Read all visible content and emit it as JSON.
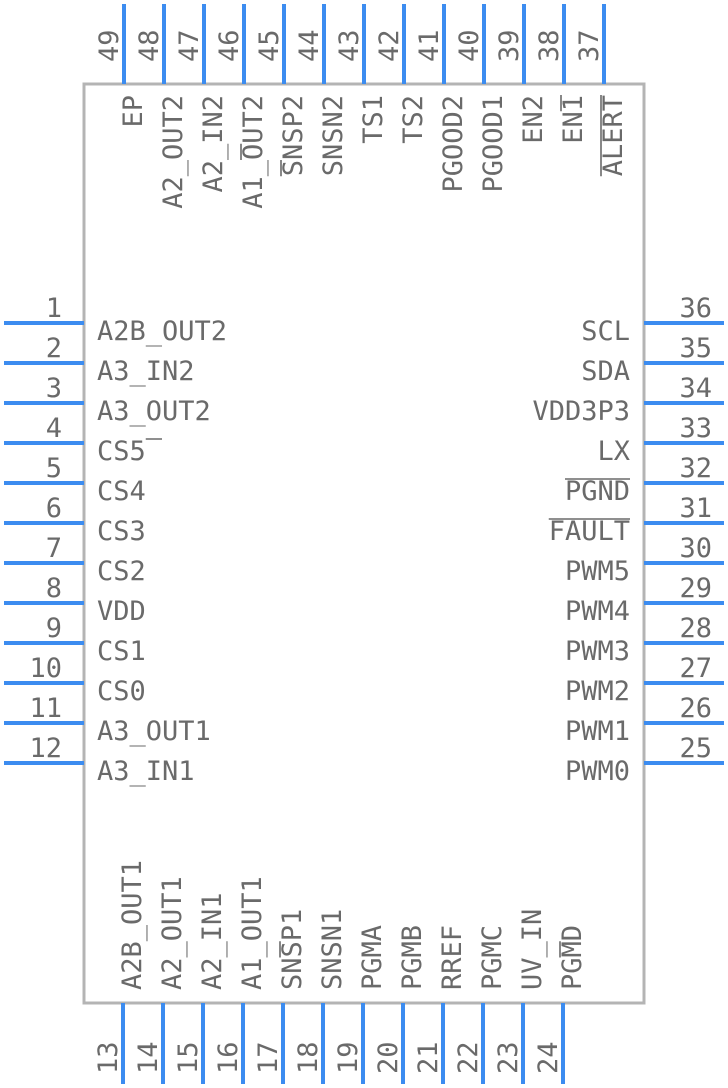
{
  "package": {
    "left_pins": [
      {
        "number": "1",
        "label": "A2B_OUT2"
      },
      {
        "number": "2",
        "label": "A3_IN2"
      },
      {
        "number": "3",
        "label": "A3_OUT2"
      },
      {
        "number": "4",
        "label": "CS5"
      },
      {
        "number": "5",
        "label": "CS4"
      },
      {
        "number": "6",
        "label": "CS3"
      },
      {
        "number": "7",
        "label": "CS2"
      },
      {
        "number": "8",
        "label": "VDD"
      },
      {
        "number": "9",
        "label": "CS1"
      },
      {
        "number": "10",
        "label": "CS0"
      },
      {
        "number": "11",
        "label": "A3_OUT1"
      },
      {
        "number": "12",
        "label": "A3_IN1"
      }
    ],
    "bottom_pins": [
      {
        "number": "13",
        "label": "A2B_OUT1"
      },
      {
        "number": "14",
        "label": "A2_OUT1"
      },
      {
        "number": "15",
        "label": "A2_IN1"
      },
      {
        "number": "16",
        "label": "A1_OUT1"
      },
      {
        "number": "17",
        "label": "SNSP1"
      },
      {
        "number": "18",
        "label": "SNSN1"
      },
      {
        "number": "19",
        "label": "PGMA"
      },
      {
        "number": "20",
        "label": "PGMB"
      },
      {
        "number": "21",
        "label": "RREF"
      },
      {
        "number": "22",
        "label": "PGMC"
      },
      {
        "number": "23",
        "label": "UV_IN"
      },
      {
        "number": "24",
        "label": "PGMD"
      }
    ],
    "right_pins": [
      {
        "number": "25",
        "label": "PWM0"
      },
      {
        "number": "26",
        "label": "PWM1"
      },
      {
        "number": "27",
        "label": "PWM2"
      },
      {
        "number": "28",
        "label": "PWM3"
      },
      {
        "number": "29",
        "label": "PWM4"
      },
      {
        "number": "30",
        "label": "PWM5"
      },
      {
        "number": "31",
        "label": "FAULT"
      },
      {
        "number": "32",
        "label": "PGND"
      },
      {
        "number": "33",
        "label": "LX"
      },
      {
        "number": "34",
        "label": "VDD3P3"
      },
      {
        "number": "35",
        "label": "SDA"
      },
      {
        "number": "36",
        "label": "SCL"
      }
    ],
    "top_pins": [
      {
        "number": "37",
        "label": "ALERT"
      },
      {
        "number": "38",
        "label": "EN1"
      },
      {
        "number": "39",
        "label": "EN2"
      },
      {
        "number": "40",
        "label": "PGOOD1"
      },
      {
        "number": "41",
        "label": "PGOOD2"
      },
      {
        "number": "42",
        "label": "TS2"
      },
      {
        "number": "43",
        "label": "TS1"
      },
      {
        "number": "44",
        "label": "SNSN2"
      },
      {
        "number": "45",
        "label": "SNSP2"
      },
      {
        "number": "46",
        "label": "A1_OUT2"
      },
      {
        "number": "47",
        "label": "A2_IN2"
      },
      {
        "number": "48",
        "label": "A2_OUT2"
      },
      {
        "number": "49",
        "label": "EP"
      }
    ],
    "colors": {
      "pin": "#3c8cf0",
      "text": "#6a6a6a",
      "outline": "#b4b4b4"
    }
  }
}
